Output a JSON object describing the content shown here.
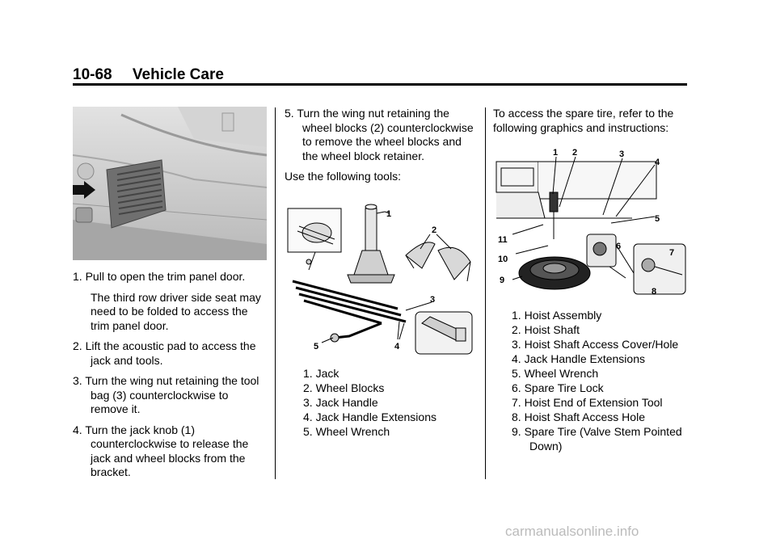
{
  "header": {
    "page_number": "10-68",
    "section_title": "Vehicle Care"
  },
  "col1": {
    "steps": [
      {
        "num": "1.",
        "text": "Pull to open the trim panel door."
      },
      {
        "note": "The third row driver side seat may need to be folded to access the trim panel door."
      },
      {
        "num": "2.",
        "text": "Lift the acoustic pad to access the jack and tools."
      },
      {
        "num": "3.",
        "text": "Turn the wing nut retaining the tool bag (3) counterclockwise to remove it."
      },
      {
        "num": "4.",
        "text": "Turn the jack knob (1) counterclockwise to release the jack and wheel blocks from the bracket."
      }
    ]
  },
  "col2": {
    "step5_num": "5.",
    "step5_text": "Turn the wing nut retaining the wheel blocks (2) counterclockwise to remove the wheel blocks and the wheel block retainer.",
    "tools_intro": "Use the following tools:",
    "figure_labels": [
      "1",
      "2",
      "3",
      "4",
      "5"
    ],
    "legend": [
      {
        "num": "1.",
        "text": "Jack"
      },
      {
        "num": "2.",
        "text": "Wheel Blocks"
      },
      {
        "num": "3.",
        "text": "Jack Handle"
      },
      {
        "num": "4.",
        "text": "Jack Handle Extensions"
      },
      {
        "num": "5.",
        "text": "Wheel Wrench"
      }
    ]
  },
  "col3": {
    "intro": "To access the spare tire, refer to the following graphics and instructions:",
    "figure_labels": [
      "1",
      "2",
      "3",
      "4",
      "5",
      "6",
      "7",
      "8",
      "9",
      "10",
      "11"
    ],
    "legend": [
      {
        "num": "1.",
        "text": "Hoist Assembly"
      },
      {
        "num": "2.",
        "text": "Hoist Shaft"
      },
      {
        "num": "3.",
        "text": "Hoist Shaft Access Cover/Hole"
      },
      {
        "num": "4.",
        "text": "Jack Handle Extensions"
      },
      {
        "num": "5.",
        "text": "Wheel Wrench"
      },
      {
        "num": "6.",
        "text": "Spare Tire Lock"
      },
      {
        "num": "7.",
        "text": "Hoist End of Extension Tool"
      },
      {
        "num": "8.",
        "text": "Hoist Shaft Access Hole"
      },
      {
        "num": "9.",
        "text": "Spare Tire (Valve Stem Pointed Down)"
      }
    ]
  },
  "footer": {
    "watermark": "carmanualsonline.info"
  }
}
